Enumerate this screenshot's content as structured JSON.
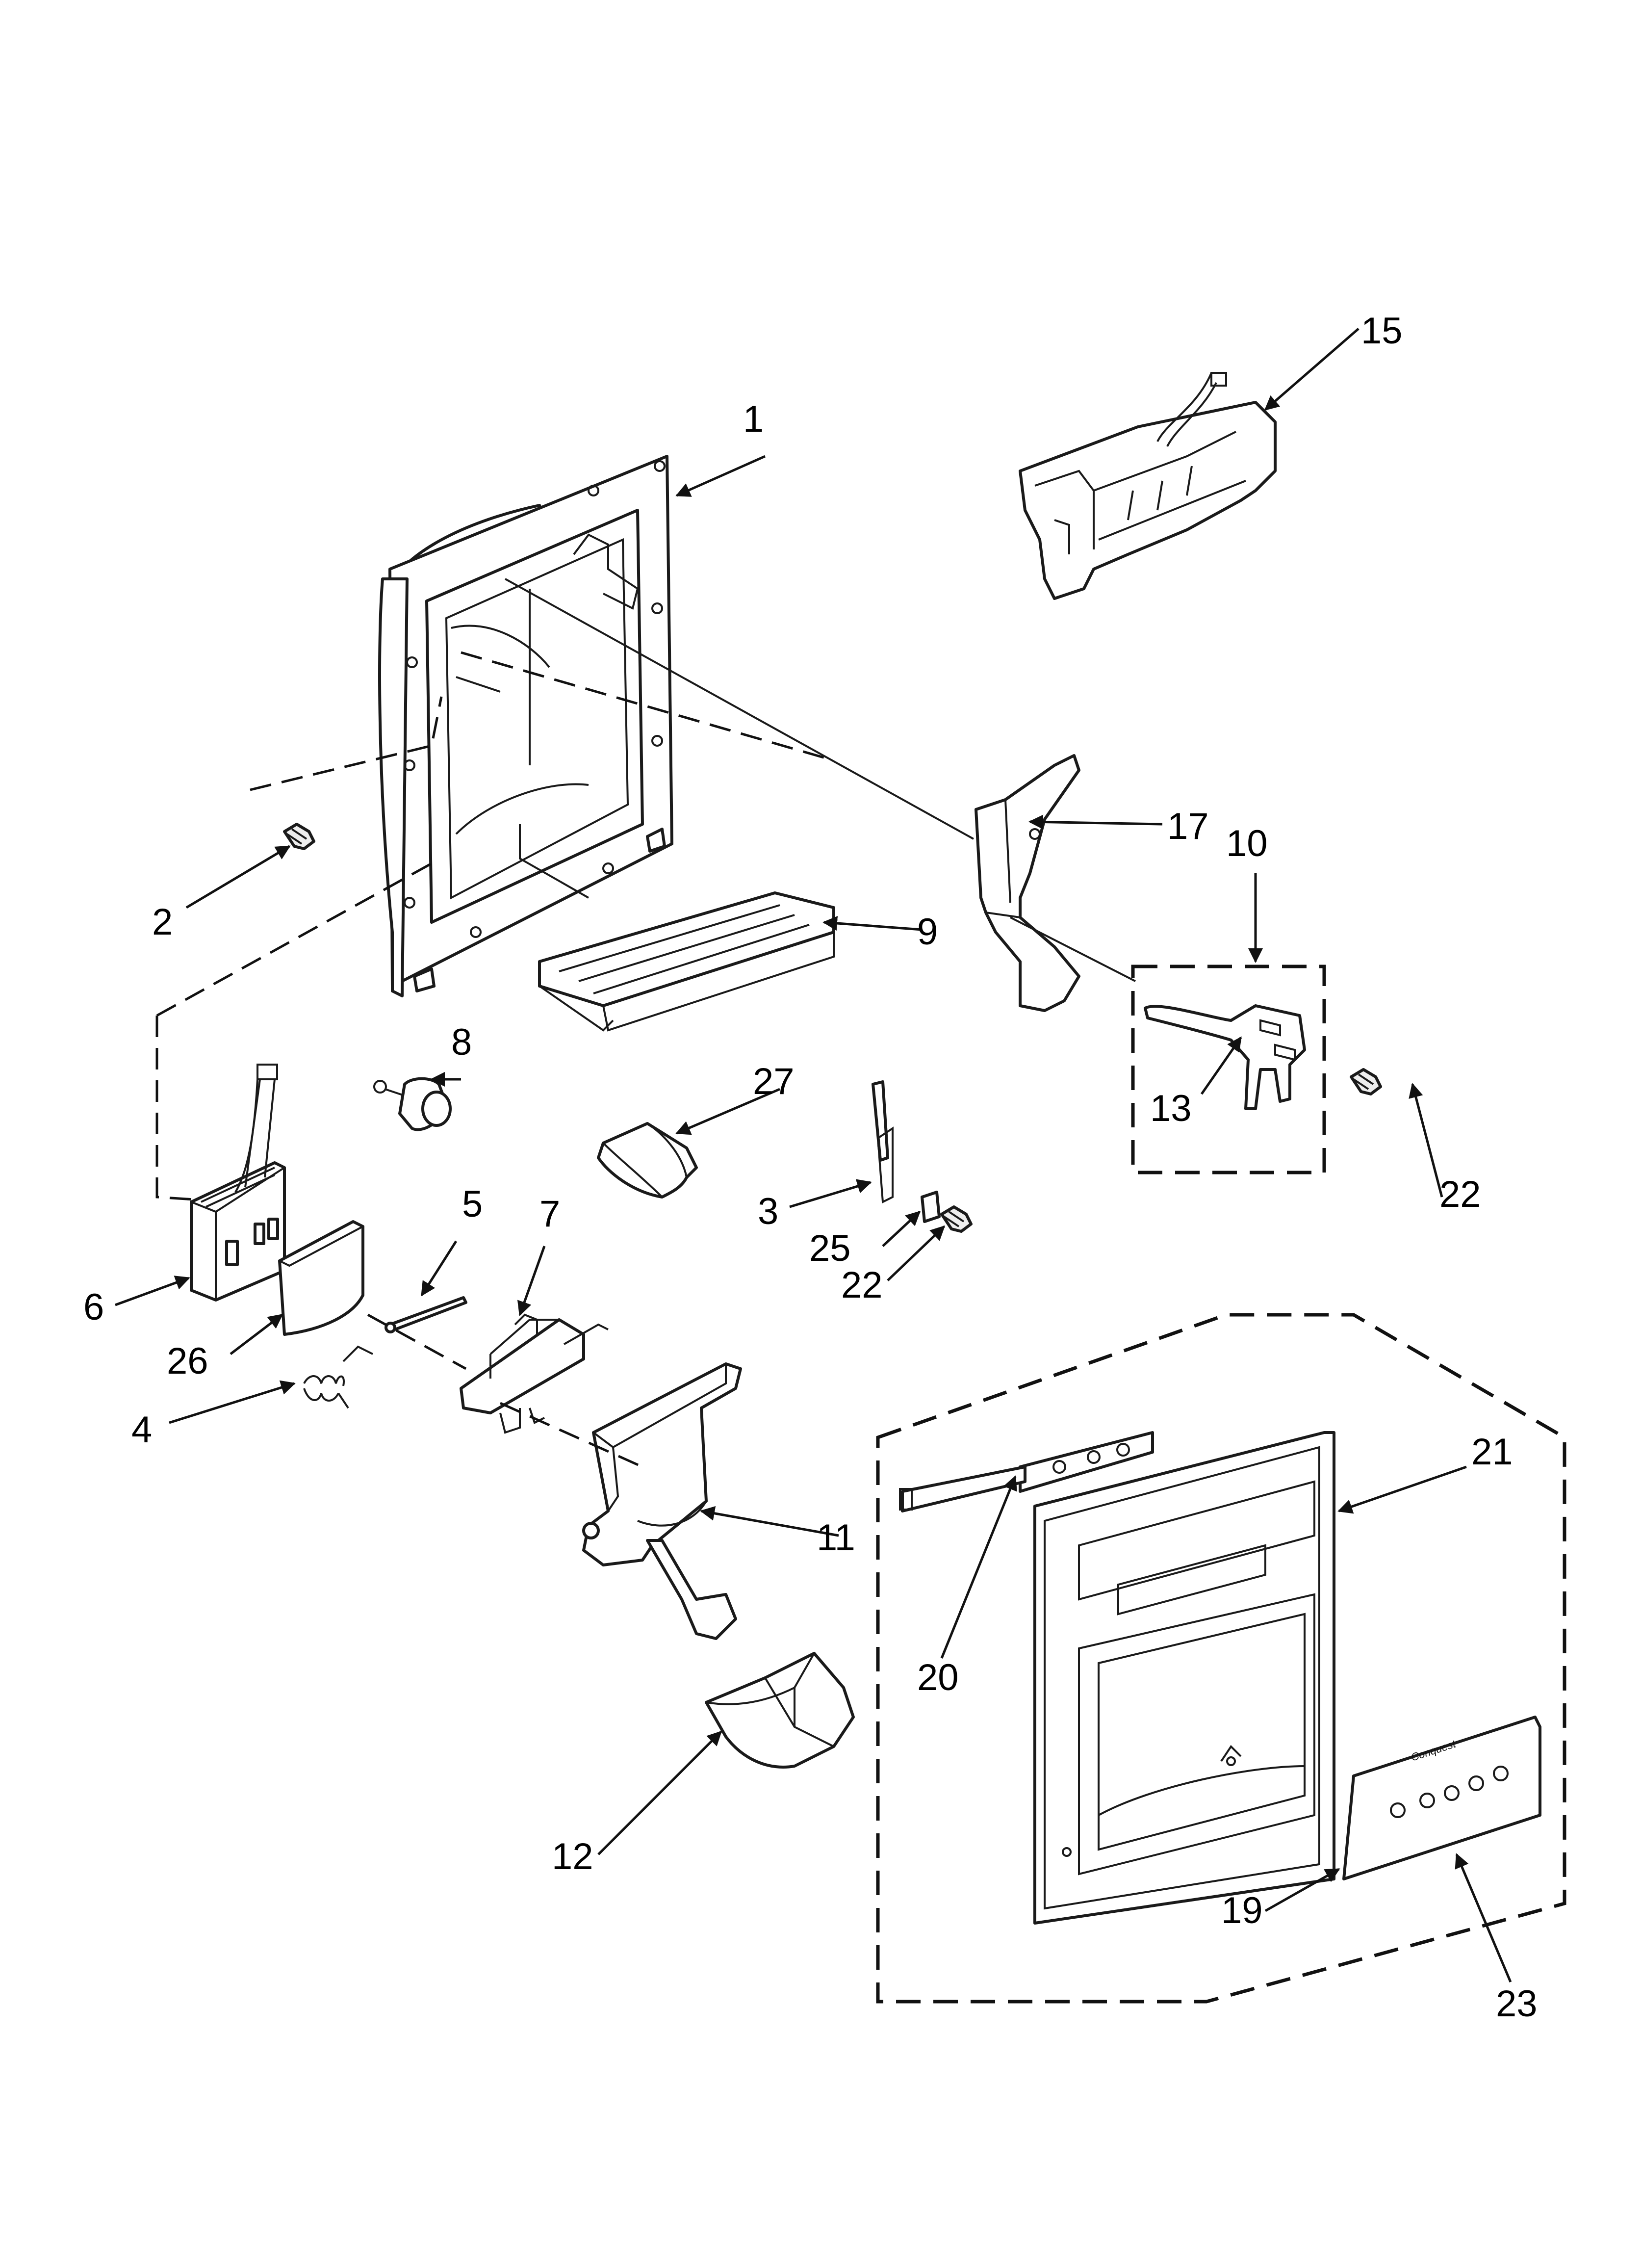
{
  "diagram": {
    "brand_text": "Conquest",
    "callouts": [
      {
        "label": "1",
        "part": "dispenser-housing"
      },
      {
        "label": "2",
        "part": "screw"
      },
      {
        "label": "3",
        "part": "switch-actuator"
      },
      {
        "label": "4",
        "part": "spring"
      },
      {
        "label": "5",
        "part": "pin"
      },
      {
        "label": "6",
        "part": "solenoid"
      },
      {
        "label": "7",
        "part": "lever-assembly"
      },
      {
        "label": "8",
        "part": "damper"
      },
      {
        "label": "9",
        "part": "drip-tray"
      },
      {
        "label": "10",
        "part": "water-lever-assembly"
      },
      {
        "label": "11",
        "part": "ice-paddle"
      },
      {
        "label": "12",
        "part": "chute-bowl"
      },
      {
        "label": "13",
        "part": "water-lever"
      },
      {
        "label": "15",
        "part": "control-housing"
      },
      {
        "label": "17",
        "part": "actuator-arm"
      },
      {
        "label": "19",
        "part": "label-panel"
      },
      {
        "label": "20",
        "part": "switch-board"
      },
      {
        "label": "21",
        "part": "dispenser-front"
      },
      {
        "label": "22",
        "part": "screw"
      },
      {
        "label": "22",
        "part": "screw"
      },
      {
        "label": "23",
        "part": "front-assembly"
      },
      {
        "label": "25",
        "part": "insulator"
      },
      {
        "label": "26",
        "part": "door-flap"
      },
      {
        "label": "27",
        "part": "cover"
      }
    ]
  }
}
